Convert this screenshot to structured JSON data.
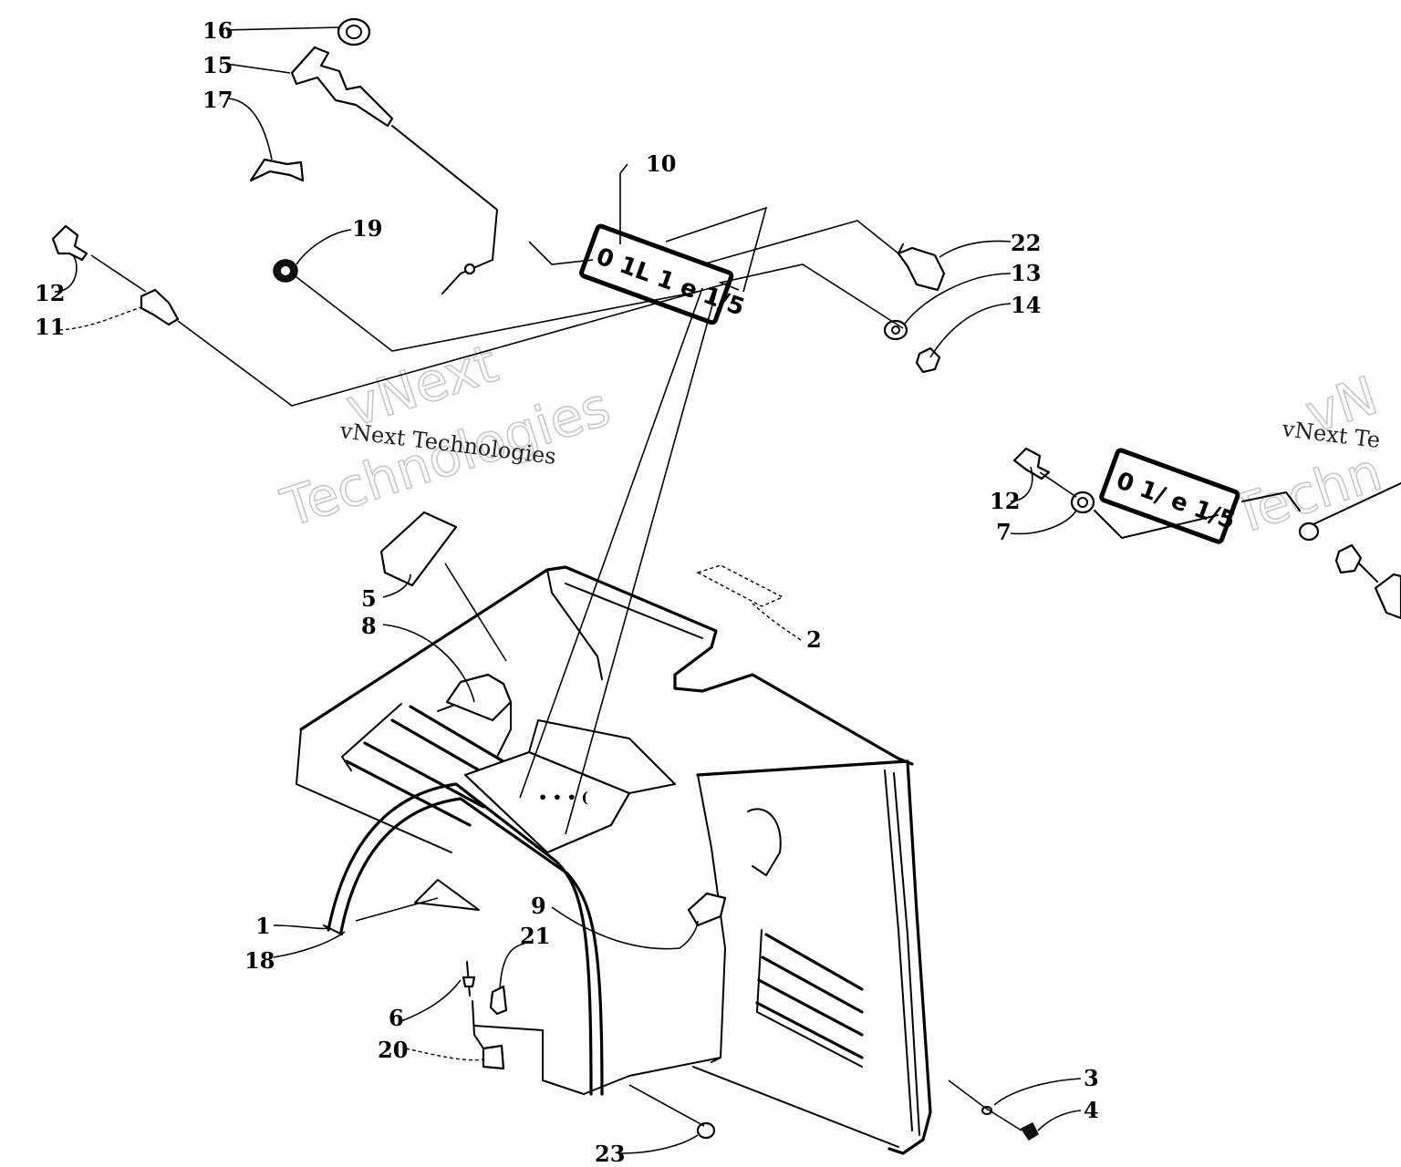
{
  "watermark": {
    "brand_short": "vNext",
    "brand_long": "Technologies",
    "caption": "vNext Technologies",
    "caption_clip": "vNext Te",
    "outline_short_clip": "vN",
    "outline_long_clip": "Techn"
  },
  "decals": {
    "main": "0 1L 1 e 1/5",
    "inset": "0 1/ e 1/5"
  },
  "callouts": {
    "c1": "1",
    "c2": "2",
    "c3": "3",
    "c4": "4",
    "c5": "5",
    "c6": "6",
    "c7": "7",
    "c8": "8",
    "c9": "9",
    "c10": "10",
    "c11": "11",
    "c12": "12",
    "c12b": "12",
    "c13": "13",
    "c14": "14",
    "c15": "15",
    "c16": "16",
    "c17": "17",
    "c18": "18",
    "c19": "19",
    "c20": "20",
    "c21": "21",
    "c22": "22",
    "c23": "23"
  }
}
